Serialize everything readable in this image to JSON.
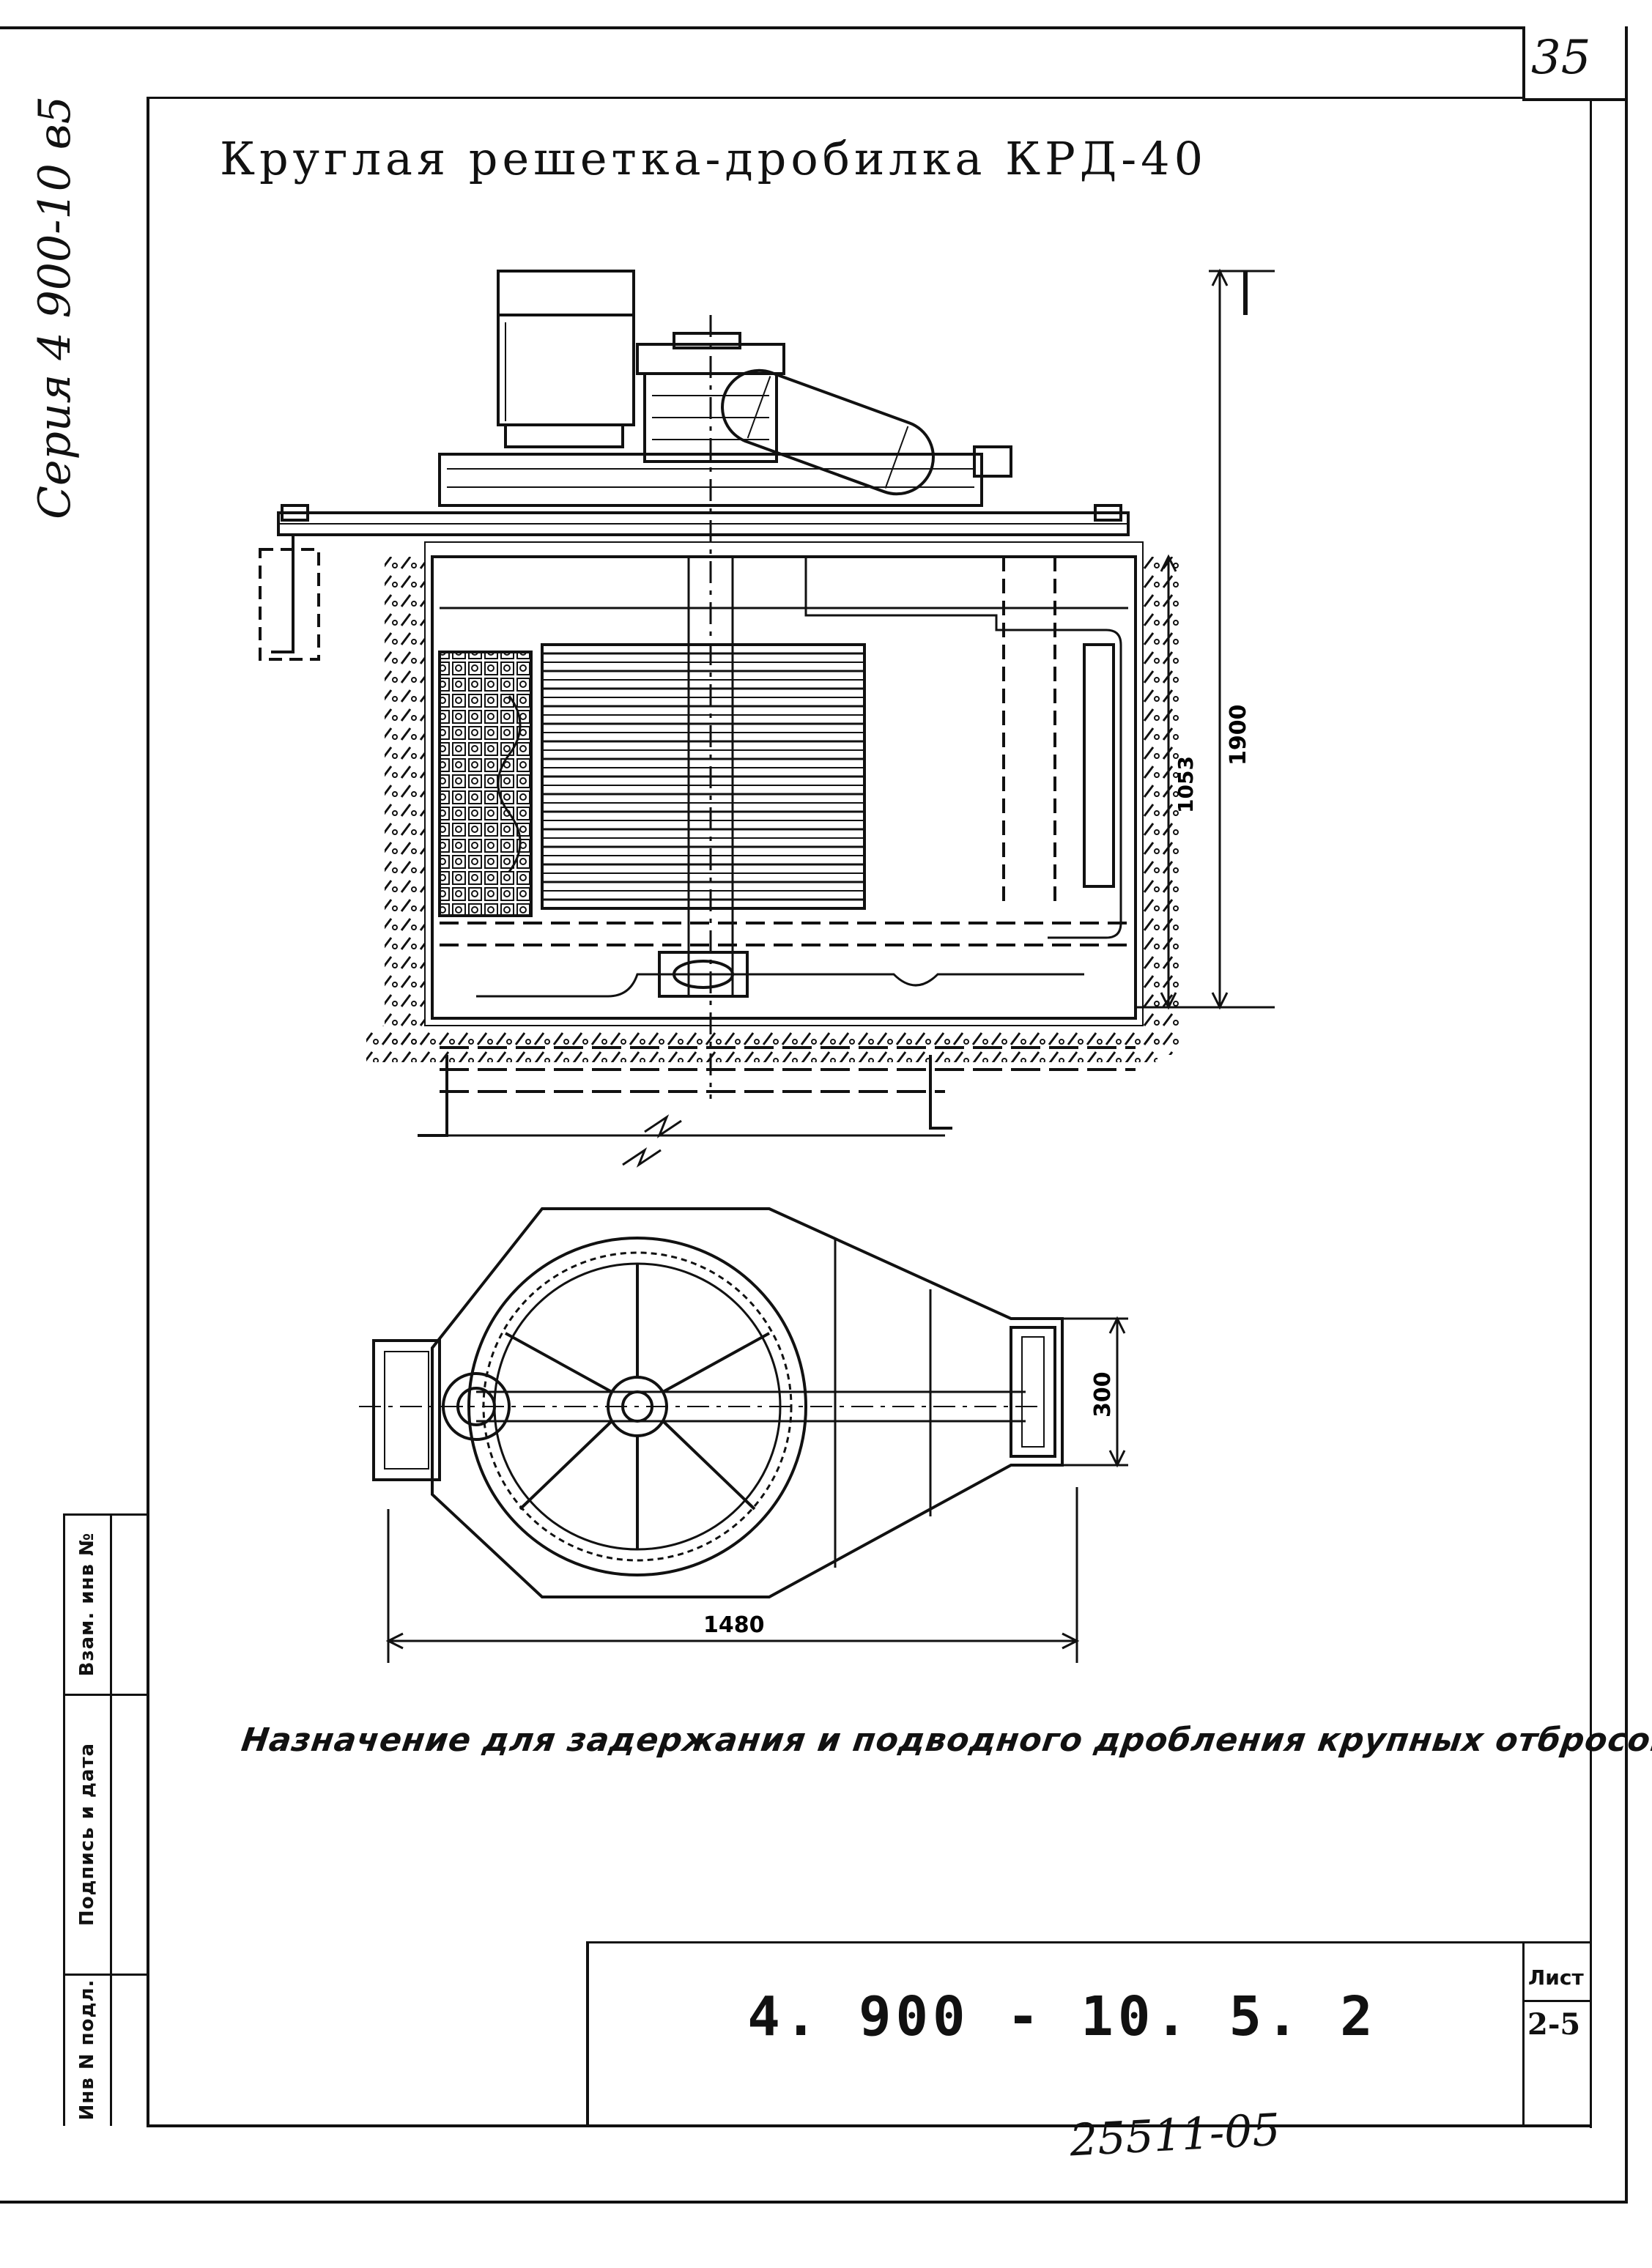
{
  "sheet_number": "35",
  "series": "Серия 4 900-10 в5",
  "title": "Круглая решетка-дробилка КРД-40",
  "drawing": {
    "dim_height_total": "1900",
    "dim_height_inner": "1053",
    "dim_outlet": "300",
    "dim_length": "1480"
  },
  "purpose": "Назначение для задержания и подводного дробления крупных отбросов",
  "stamp": {
    "inv_podl": "Инв N подл.",
    "podpis_data": "Подпись и дата",
    "vzam_inv": "Взам. инв №"
  },
  "title_block": {
    "doc_code": "4. 900 - 10. 5. 2",
    "list_label": "Лист",
    "list_value": "2-5"
  },
  "archive_number": "25511-05"
}
